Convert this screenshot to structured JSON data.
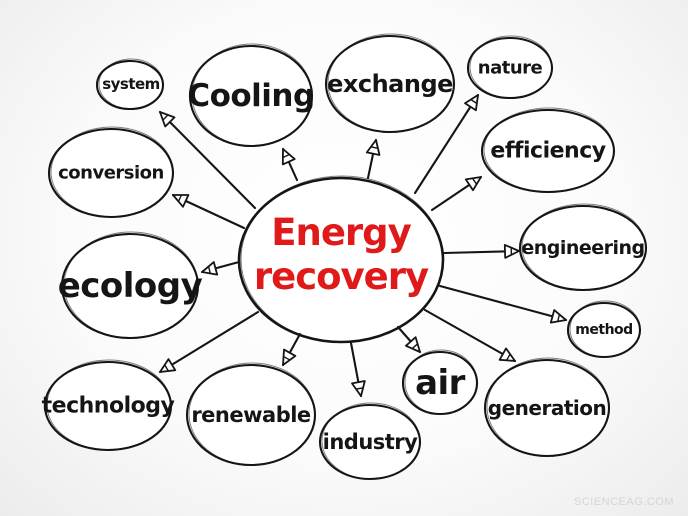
{
  "center": {
    "line1": "Energy",
    "line2": "recovery"
  },
  "nodes": [
    {
      "id": "system",
      "label": "system"
    },
    {
      "id": "cooling",
      "label": "Cooling"
    },
    {
      "id": "exchange",
      "label": "exchange"
    },
    {
      "id": "nature",
      "label": "nature"
    },
    {
      "id": "efficiency",
      "label": "efficiency"
    },
    {
      "id": "conversion",
      "label": "conversion"
    },
    {
      "id": "engineering",
      "label": "engineering"
    },
    {
      "id": "ecology",
      "label": "ecology"
    },
    {
      "id": "method",
      "label": "method"
    },
    {
      "id": "technology",
      "label": "technology"
    },
    {
      "id": "renewable",
      "label": "renewable"
    },
    {
      "id": "industry",
      "label": "industry"
    },
    {
      "id": "air",
      "label": "air"
    },
    {
      "id": "generation",
      "label": "generation"
    }
  ],
  "colors": {
    "center_text": "#e01a1a",
    "ink": "#151515",
    "watermark": "#d5d5d5"
  },
  "watermark": "SCIENCEAG.COM"
}
